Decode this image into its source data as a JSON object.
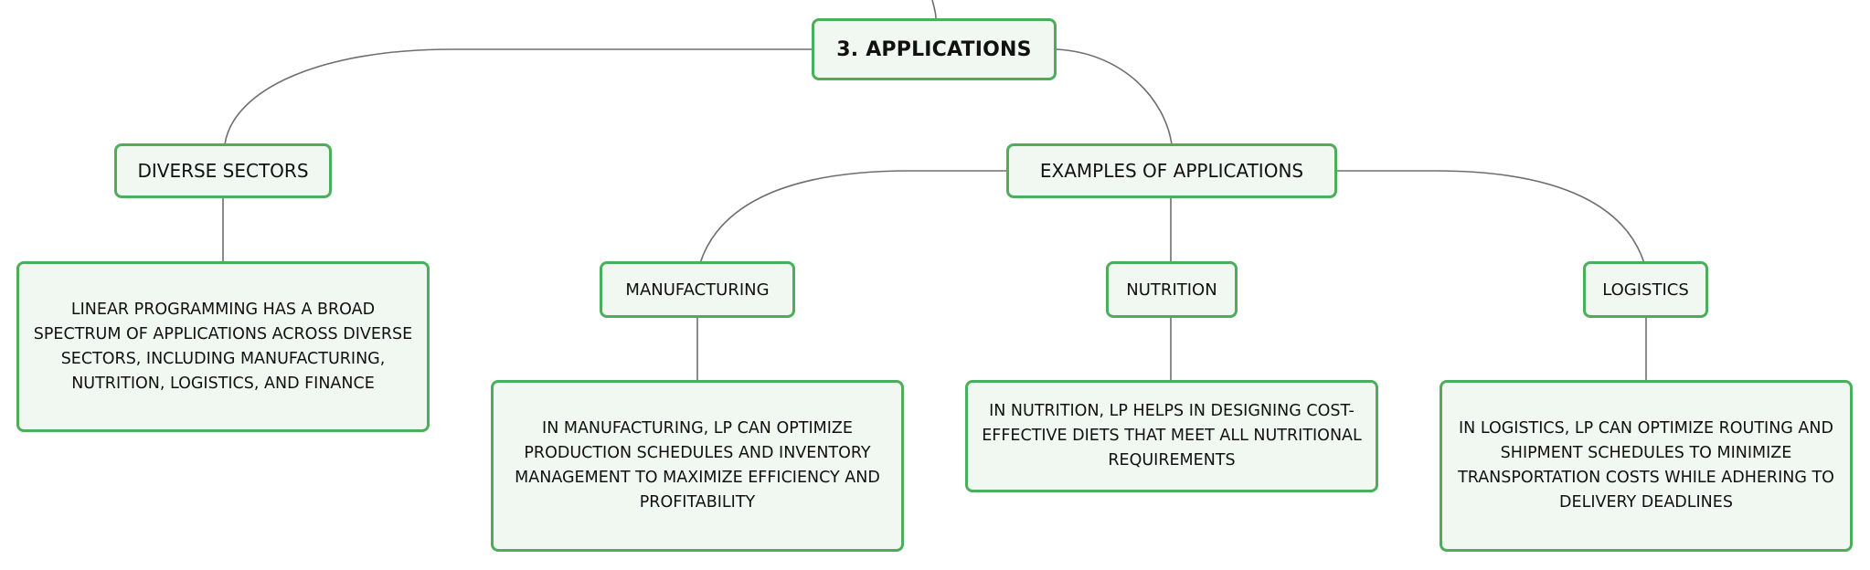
{
  "diagram": {
    "root": {
      "label": "3. APPLICATIONS"
    },
    "branches": {
      "diverse_sectors": {
        "label": "DIVERSE SECTORS",
        "detail": "LINEAR PROGRAMMING HAS A BROAD SPECTRUM OF APPLICATIONS ACROSS DIVERSE SECTORS, INCLUDING MANUFACTURING, NUTRITION, LOGISTICS, AND FINANCE"
      },
      "examples": {
        "label": "EXAMPLES OF APPLICATIONS",
        "children": [
          {
            "label": "MANUFACTURING",
            "detail": "IN MANUFACTURING, LP CAN OPTIMIZE PRODUCTION SCHEDULES AND INVENTORY MANAGEMENT TO MAXIMIZE EFFICIENCY AND PROFITABILITY"
          },
          {
            "label": "NUTRITION",
            "detail": "IN NUTRITION, LP HELPS IN DESIGNING COST-EFFECTIVE DIETS THAT MEET ALL NUTRITIONAL REQUIREMENTS"
          },
          {
            "label": "LOGISTICS",
            "detail": "IN LOGISTICS, LP CAN OPTIMIZE ROUTING AND SHIPMENT SCHEDULES TO MINIMIZE TRANSPORTATION COSTS WHILE ADHERING TO DELIVERY DEADLINES"
          }
        ]
      }
    },
    "colors": {
      "node_border": "#4cae5b",
      "node_fill": "#f1f8f1",
      "connector": "#6e6e6e",
      "text": "#111111"
    }
  }
}
